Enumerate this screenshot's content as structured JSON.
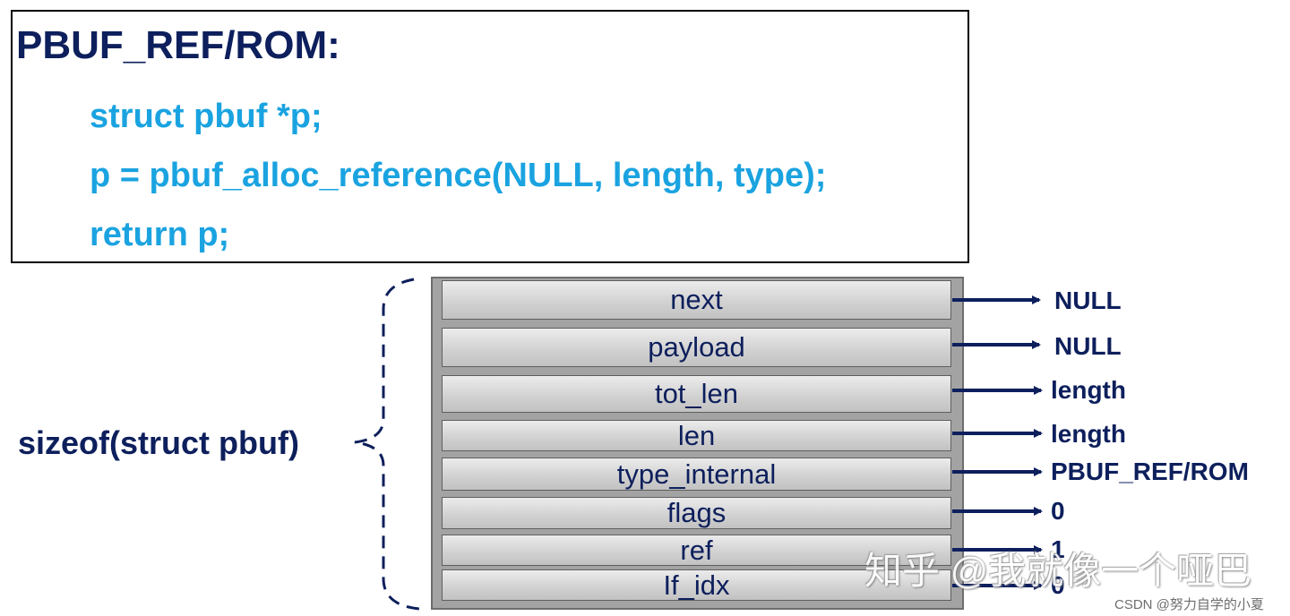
{
  "code": {
    "title": "PBUF_REF/ROM:",
    "lines": [
      "struct pbuf *p;",
      "p = pbuf_alloc_reference(NULL, length, type);",
      "return p;"
    ]
  },
  "brace_label": "sizeof(struct pbuf)",
  "fields": [
    {
      "name": "next",
      "value": "NULL"
    },
    {
      "name": "payload",
      "value": "NULL"
    },
    {
      "name": "tot_len",
      "value": "length"
    },
    {
      "name": "len",
      "value": "length"
    },
    {
      "name": "type_internal",
      "value": "PBUF_REF/ROM"
    },
    {
      "name": "flags",
      "value": "0"
    },
    {
      "name": "ref",
      "value": "1"
    },
    {
      "name": "If_idx",
      "value": "0"
    }
  ],
  "watermark": "知乎 @我就像一个哑巴",
  "credit": "CSDN @努力自学的小夏",
  "colors": {
    "dark_navy": "#0d1f5c",
    "code_blue": "#1aa3e0",
    "frame_gray": "#a3a3a3"
  }
}
